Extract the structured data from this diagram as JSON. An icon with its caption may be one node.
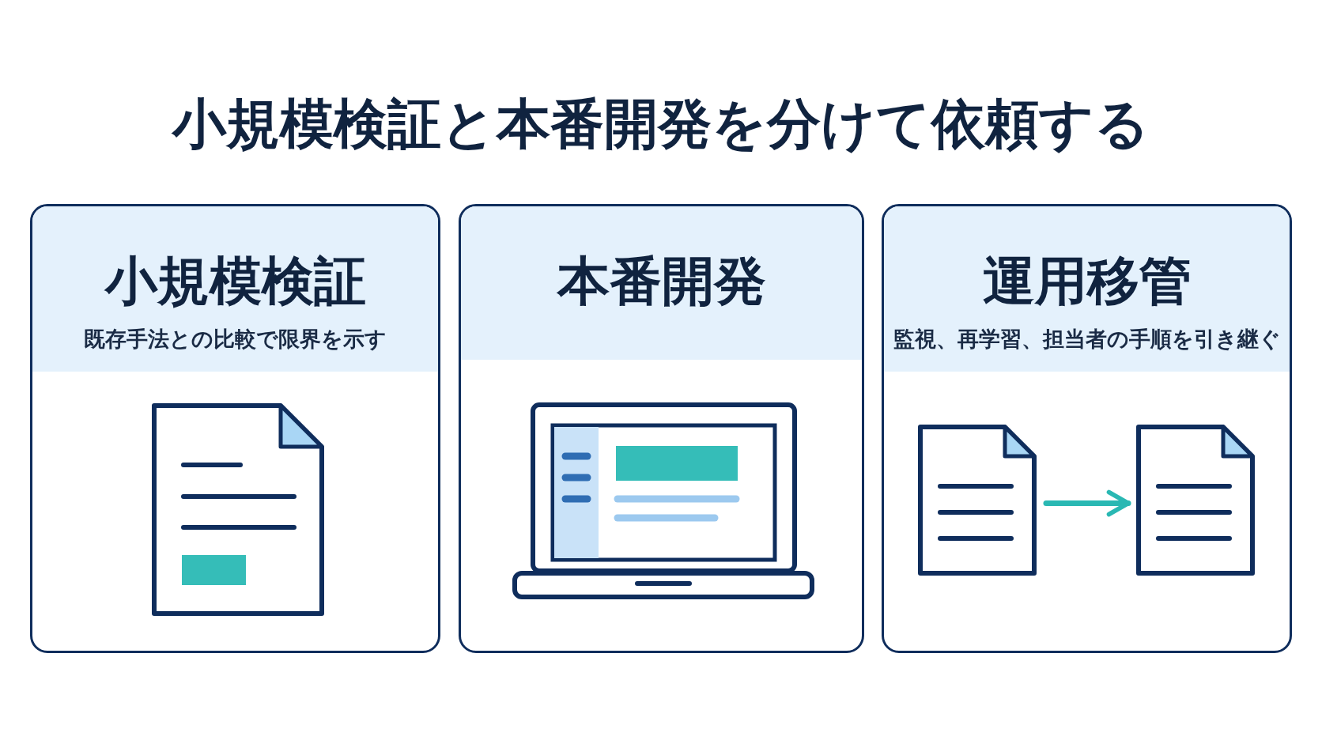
{
  "diagram": {
    "title": "小規模検証と本番開発を分けて依頼する",
    "nodes": [
      {
        "text": [
          "小規模検証",
          "既存手法との比較で限界を示す"
        ]
      },
      {
        "text": [
          "本番開発"
        ]
      },
      {
        "text": [
          "運用移管",
          "監視、再学習、担当者の手順を引き継ぐ"
        ]
      },
      {
        "text": [],
        "shape": "document",
        "in": 2
      },
      {
        "text": [],
        "shape": "document",
        "in": 2
      }
    ],
    "edges": [
      {
        "from": 3,
        "to": 4,
        "arrow": "to"
      }
    ]
  }
}
